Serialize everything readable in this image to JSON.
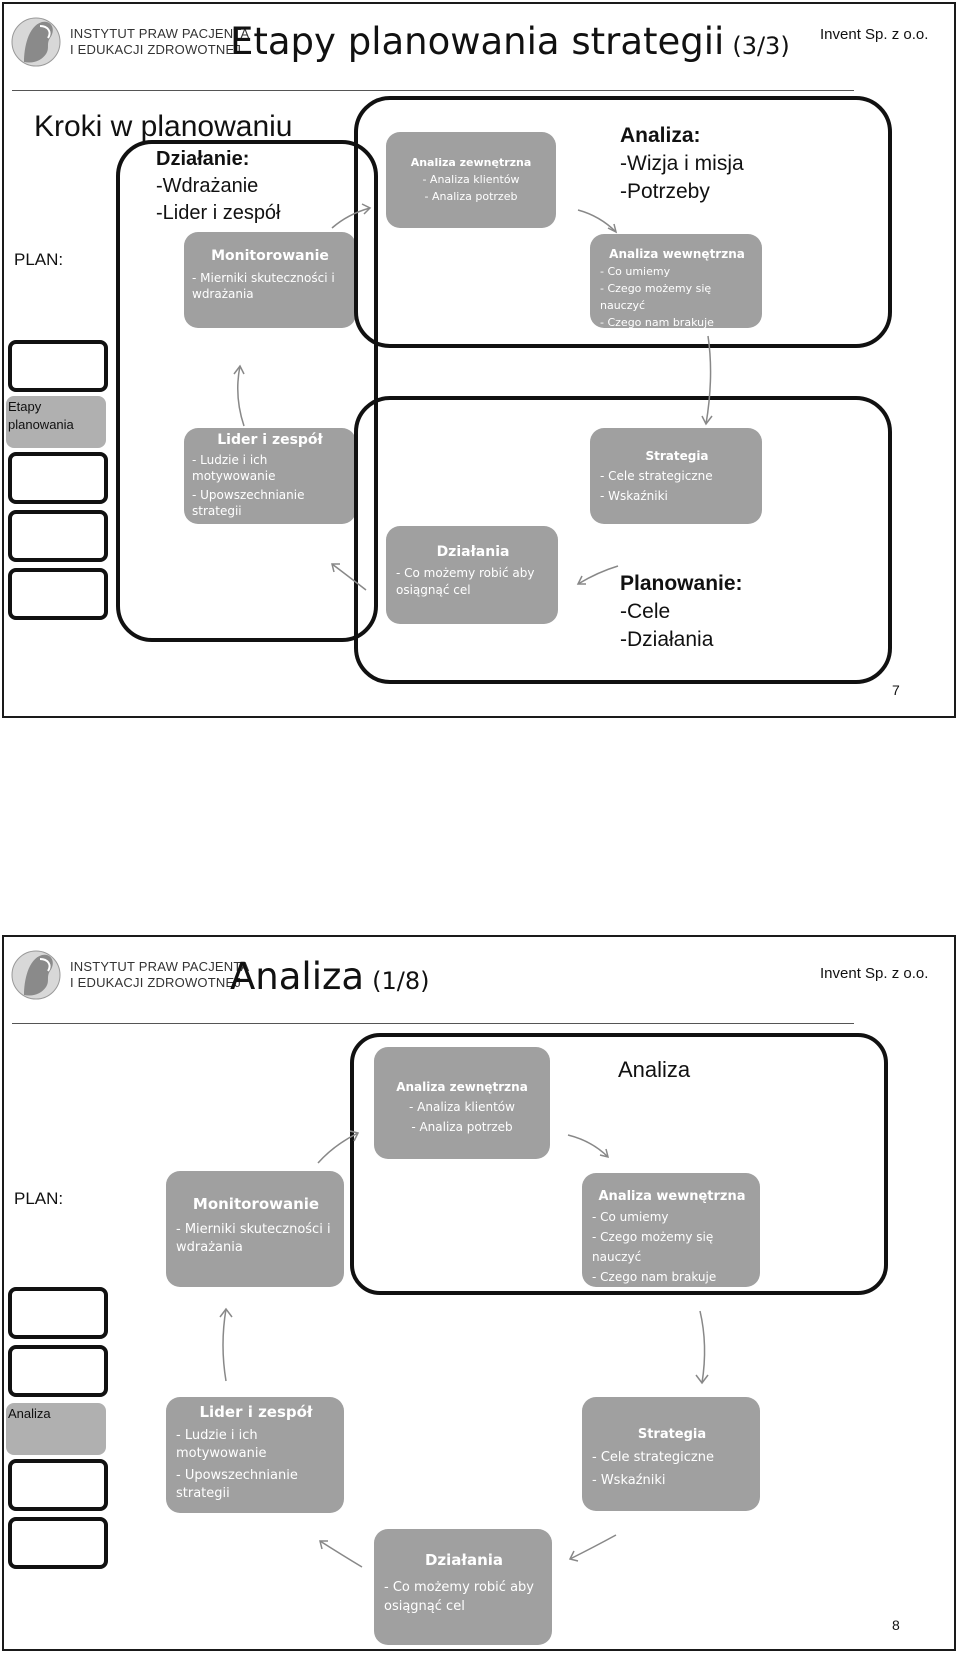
{
  "slide1": {
    "logo_text": "INSTYTUT PRAW PACJENTA I EDUKACJI ZDROWOTNEJ",
    "logo_line1": "INSTYTUT PRAW PACJENTA",
    "logo_line2": "I EDUKACJI ZDROWOTNEJ",
    "title": "Etapy planowania strategii",
    "title_suffix": "(3/3)",
    "company": "Invent Sp. z o.o.",
    "heading": "Kroki w planowaniu",
    "plan_label": "PLAN:",
    "tab_active_label": "Etapy planowania",
    "boxes": {
      "analiza_zewn": {
        "title": "Analiza zewnętrzna",
        "lines": [
          "- Analiza klientów",
          "- Analiza potrzeb"
        ]
      },
      "analiza_wewn": {
        "title": "Analiza wewnętrzna",
        "lines": [
          "- Co umiemy",
          "- Czego możemy się nauczyć",
          "- Czego nam brakuje"
        ]
      },
      "strategia": {
        "title": "Strategia",
        "lines": [
          "- Cele strategiczne",
          "- Wskaźniki"
        ]
      },
      "dzialania": {
        "title": "Działania",
        "lines": [
          "-  Co możemy robić  aby osiągnąć cel"
        ]
      },
      "lider": {
        "title": "Lider i zespół",
        "lines": [
          "- Ludzie i ich motywowanie",
          "- Upowszechnianie strategii"
        ]
      },
      "monitorowanie": {
        "title": "Monitorowanie",
        "lines": [
          "- Mierniki skuteczności i wdrażania"
        ]
      }
    },
    "notes": {
      "dzialanie": {
        "title": "Działanie:",
        "lines": [
          "-Wdrażanie",
          "-Lider i zespół"
        ]
      },
      "analiza": {
        "title": "Analiza:",
        "lines": [
          "-Wizja i misja",
          "-Potrzeby"
        ]
      },
      "planowanie": {
        "title": "Planowanie:",
        "lines": [
          "-Cele",
          "-Działania"
        ]
      }
    },
    "page_number": "7"
  },
  "slide2": {
    "logo_line1": "INSTYTUT PRAW PACJENTA",
    "logo_line2": "I EDUKACJI ZDROWOTNEJ",
    "title": "Analiza",
    "title_suffix": "(1/8)",
    "company": "Invent Sp. z o.o.",
    "plan_label": "PLAN:",
    "tab_active_label": "Analiza",
    "boxes": {
      "analiza_zewn": {
        "title": "Analiza zewnętrzna",
        "lines": [
          "- Analiza klientów",
          "- Analiza potrzeb"
        ]
      },
      "analiza_wewn": {
        "title": "Analiza wewnętrzna",
        "lines": [
          "- Co umiemy",
          "- Czego możemy się nauczyć",
          "- Czego nam brakuje"
        ]
      },
      "strategia": {
        "title": "Strategia",
        "lines": [
          "- Cele strategiczne",
          "- Wskaźniki"
        ]
      },
      "dzialania": {
        "title": "Działania",
        "lines": [
          "-  Co możemy robić  aby osiągnąć cel"
        ]
      },
      "lider": {
        "title": "Lider i zespół",
        "lines": [
          "- Ludzie i ich motywowanie",
          "- Upowszechnianie strategii"
        ]
      },
      "monitorowanie": {
        "title": "Monitorowanie",
        "lines": [
          "- Mierniki skuteczności i wdrażania"
        ]
      }
    },
    "note_analiza": "Analiza",
    "page_number": "8"
  },
  "colors": {
    "box_fill": "#a0a0a0",
    "border": "#111111",
    "tab_active": "#b0b0b0"
  }
}
